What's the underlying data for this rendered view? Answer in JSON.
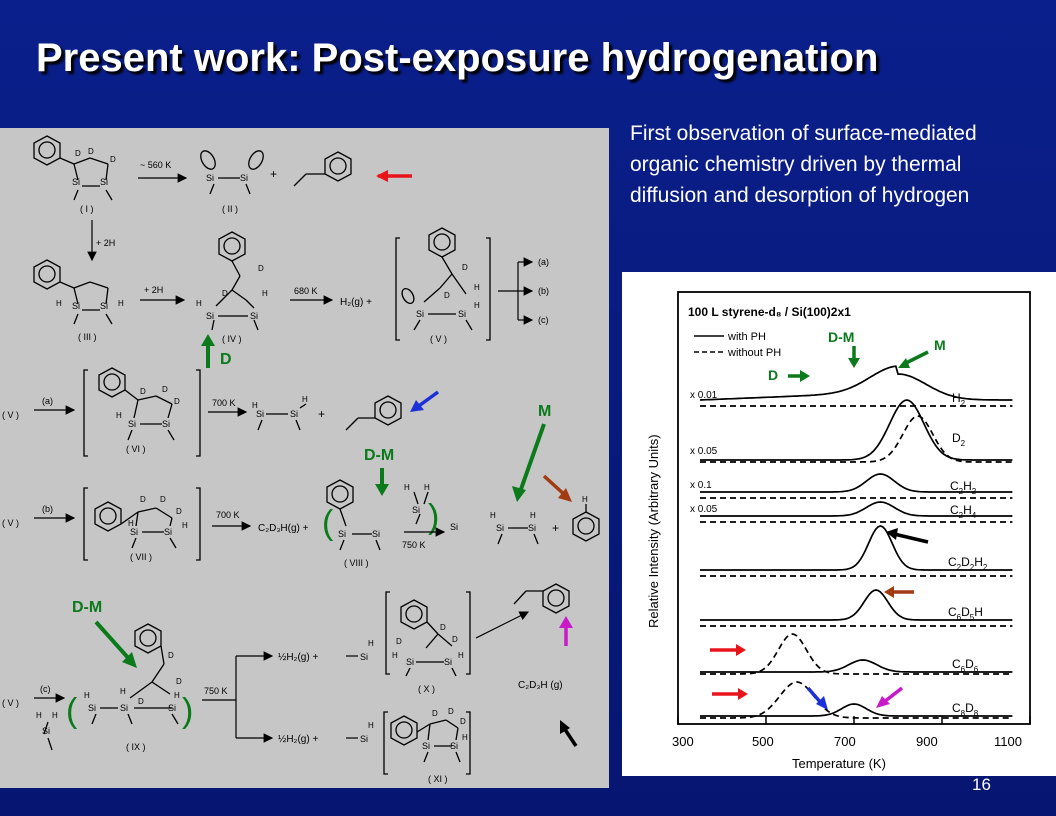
{
  "slide": {
    "title": "Present work: Post-exposure hydrogenation",
    "summary": "First observation of surface-mediated organic chemistry driven by thermal diffusion and desorption of hydrogen",
    "page_number": "16"
  },
  "scheme": {
    "colors": {
      "red": "#e8141b",
      "blue": "#1c30d8",
      "green": "#0a7a1a",
      "brown": "#a23a12",
      "magenta": "#c81ac8",
      "black": "#000000"
    },
    "labels": {
      "I": "( I )",
      "II": "( II )",
      "III": "( III )",
      "IV": "( IV )",
      "V": "( V )",
      "VI": "( VI )",
      "VII": "( VII )",
      "VIII": "( VIII )",
      "IX": "( IX )",
      "X": "( X )",
      "XI": "( XI )",
      "V_left": "( V )",
      "a": "(a)",
      "b": "(b)",
      "c": "(c)",
      "plus_2h": "+ 2H",
      "T560": "~ 560 K",
      "T680": "680 K",
      "T700": "700 K",
      "T750": "750 K",
      "H2g": "H₂(g) +",
      "half_H2g": "½H₂(g) +",
      "C2D3Hg": "C₂D₃H(g) +",
      "C2D3H_g_end": "C₂D₃H (g)",
      "Si": "Si",
      "D": "D",
      "H": "H",
      "D_marker": "D",
      "DM_marker": "D-M",
      "M_marker": "M"
    }
  },
  "tpd": {
    "legend_title": "100 L styrene-d₈ / Si(100)2x1",
    "legend_with": "with PH",
    "legend_without": "without PH",
    "ylabel": "Relative Intensity (Arbitrary Units)",
    "xlabel": "Temperature (K)",
    "xticks": [
      "300",
      "500",
      "700",
      "900",
      "1100"
    ],
    "multipliers": [
      "x 0.01",
      "x 0.05",
      "x 0.1",
      "x 0.05"
    ],
    "markers": {
      "D": "D",
      "DM": "D-M",
      "M": "M"
    }
  },
  "chart_data": {
    "type": "line",
    "title": "100 L styrene-d8 / Si(100)2x1",
    "xlabel": "Temperature (K)",
    "ylabel": "Relative Intensity (Arbitrary Units)",
    "xlim": [
      300,
      1100
    ],
    "xticks": [
      300,
      500,
      700,
      900,
      1100
    ],
    "series": [
      {
        "name": "H2",
        "with_PH_peak_K": 800,
        "without_PH": "flat"
      },
      {
        "name": "D2",
        "with_PH_peak_K": 820,
        "without_PH_peak_K": 845
      },
      {
        "name": "C2H2",
        "with_PH_peak_K": 760
      },
      {
        "name": "C2H4",
        "with_PH_peak_K": 760
      },
      {
        "name": "C2D2H2",
        "with_PH_peak_K": 760
      },
      {
        "name": "C6D5H",
        "with_PH_peak_K": 750
      },
      {
        "name": "C6D6",
        "with_PH_peak_K": 720,
        "without_PH_peak_K": 560
      },
      {
        "name": "C8D8",
        "with_PH_peak_K": 700,
        "without_PH_peak_K": 570
      }
    ]
  }
}
